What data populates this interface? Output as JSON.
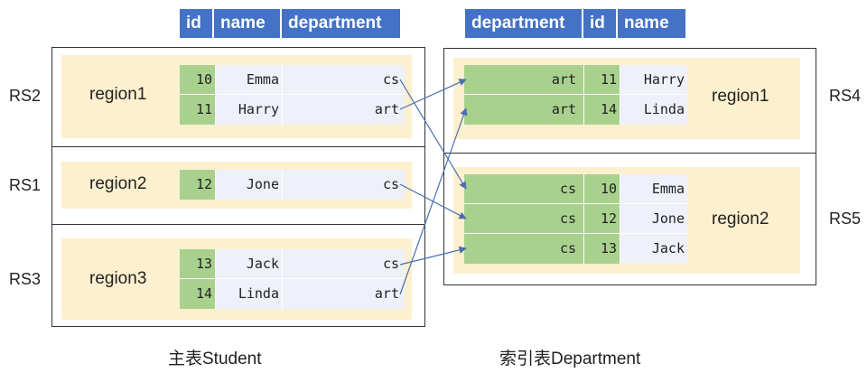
{
  "student_header": [
    "id",
    "name",
    "department"
  ],
  "index_header": [
    "department",
    "id",
    "name"
  ],
  "student_servers": [
    {
      "rs": "RS2",
      "region": "region1",
      "rows": [
        {
          "id": "10",
          "name": "Emma",
          "department": "cs"
        },
        {
          "id": "11",
          "name": "Harry",
          "department": "art"
        }
      ]
    },
    {
      "rs": "RS1",
      "region": "region2",
      "rows": [
        {
          "id": "12",
          "name": "Jone",
          "department": "cs"
        }
      ]
    },
    {
      "rs": "RS3",
      "region": "region3",
      "rows": [
        {
          "id": "13",
          "name": "Jack",
          "department": "cs"
        },
        {
          "id": "14",
          "name": "Linda",
          "department": "art"
        }
      ]
    }
  ],
  "index_servers": [
    {
      "rs": "RS4",
      "region": "region1",
      "rows": [
        {
          "department": "art",
          "id": "11",
          "name": "Harry"
        },
        {
          "department": "art",
          "id": "14",
          "name": "Linda"
        }
      ]
    },
    {
      "rs": "RS5",
      "region": "region2",
      "rows": [
        {
          "department": "cs",
          "id": "10",
          "name": "Emma"
        },
        {
          "department": "cs",
          "id": "12",
          "name": "Jone"
        },
        {
          "department": "cs",
          "id": "13",
          "name": "Jack"
        }
      ]
    }
  ],
  "captions": {
    "student": "主表Student",
    "index": "索引表Department"
  },
  "colors": {
    "header": "#4472c4",
    "region_fill": "#fdf0cf",
    "key_cell": "#a9d18e",
    "value_cell": "#eef0fa",
    "arrow": "#4a6fb0"
  }
}
